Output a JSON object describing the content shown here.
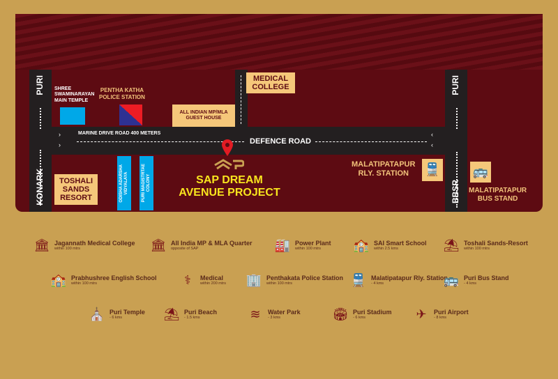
{
  "map": {
    "roads": {
      "puri_left": "PURI",
      "konark": "KONARK",
      "puri_right": "PURI",
      "bbsr": "BBSR",
      "marine_drive": "MARINE DRIVE ROAD 400 METERS",
      "defence": "DEFENCE ROAD"
    },
    "places": {
      "temple": [
        "SHREE",
        "SWAMINARAYAN",
        "MAIN TEMPLE"
      ],
      "police": [
        "PENTHA KATHA",
        "POLICE STATION"
      ],
      "guest_house": [
        "ALL INDIAN MP/MLA",
        "GUEST HOUSE"
      ],
      "medical": [
        "MEDICAL",
        "COLLEGE"
      ],
      "toshali": [
        "TOSHALI",
        "SANDS",
        "RESORT"
      ],
      "odisha_school": [
        "ODISHA ADARSHA",
        "VIDYALAYA"
      ],
      "colony": [
        "PURI MAGISTRTAE",
        "COLONY"
      ],
      "project": [
        "SAP DREAM",
        "AVENUE PROJECT"
      ],
      "rly": [
        "MALATIPATAPUR",
        "RLY. STATION"
      ],
      "bus": [
        "MALATIPATAPUR",
        "BUS STAND"
      ]
    },
    "colors": {
      "maroon": "#5d0b12",
      "gold": "#c9a052",
      "project": "#f8e51e",
      "pin": "#e21b23"
    }
  },
  "legend": [
    {
      "icon": "hospital-icon",
      "glyph": "🏛",
      "title": "Jagannath Medical College",
      "sub": "within 100 mtrs"
    },
    {
      "icon": "parliament-icon",
      "glyph": "🏛",
      "title": "All India MP & MLA Quarter",
      "sub": "opposite of SAP"
    },
    {
      "icon": "factory-icon",
      "glyph": "🏭",
      "title": "Power Plant",
      "sub": "within 100 mtrs"
    },
    {
      "icon": "school-icon",
      "glyph": "🏫",
      "title": "SAI Smart School",
      "sub": "within 2.5 kms"
    },
    {
      "icon": "umbrella-icon",
      "glyph": "⛱",
      "title": "Toshali Sands-Resort",
      "sub": "within 100 mtrs"
    },
    {
      "icon": "school-icon",
      "glyph": "🏫",
      "title": "Prabhushree English School",
      "sub": "within 100 mtrs"
    },
    {
      "icon": "medical-icon",
      "glyph": "⚕",
      "title": "Medical",
      "sub": "within 200 mtrs"
    },
    {
      "icon": "police-station-icon",
      "glyph": "🏢",
      "title": "Penthakata Police Station",
      "sub": "within 100 mtrs"
    },
    {
      "icon": "train-icon",
      "glyph": "🚆",
      "title": "Malatipatapur Rly. Station",
      "sub": "- 4 kms"
    },
    {
      "icon": "bus-icon",
      "glyph": "🚌",
      "title": "Puri Bus Stand",
      "sub": "- 4 kms"
    },
    {
      "icon": "temple-icon",
      "glyph": "⛪",
      "title": "Puri Temple",
      "sub": "- 6 kms"
    },
    {
      "icon": "beach-icon",
      "glyph": "⛱",
      "title": "Puri Beach",
      "sub": "- 1.5 kms"
    },
    {
      "icon": "water-park-icon",
      "glyph": "≋",
      "title": "Water Park",
      "sub": "- 3 kms"
    },
    {
      "icon": "stadium-icon",
      "glyph": "🏟",
      "title": "Puri Stadium",
      "sub": "- 6 kms"
    },
    {
      "icon": "airport-icon",
      "glyph": "✈",
      "title": "Puri Airport",
      "sub": "- 8 kms"
    }
  ]
}
